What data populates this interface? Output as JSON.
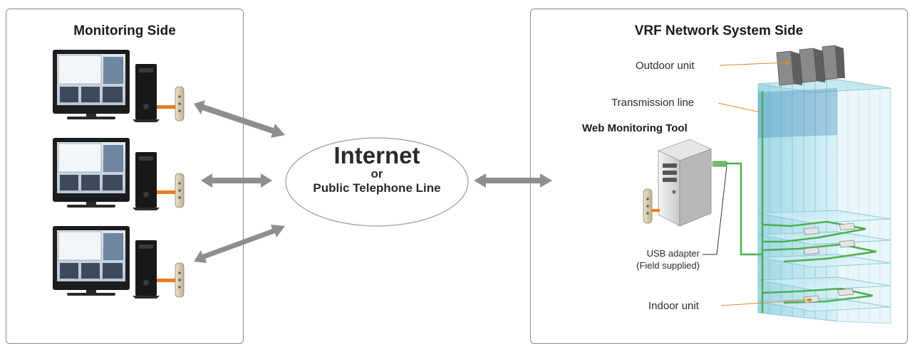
{
  "monitoring_side": {
    "title": "Monitoring Side"
  },
  "vrf_side": {
    "title": "VRF Network System Side",
    "outdoor_unit": "Outdoor unit",
    "transmission_line": "Transmission line",
    "web_tool": "Web Monitoring Tool",
    "usb_adapter": "USB adapter",
    "usb_note": "(Field supplied)",
    "indoor_unit": "Indoor unit"
  },
  "network": {
    "main": "Internet",
    "or": "or",
    "sub": "Public Telephone Line"
  },
  "colors": {
    "arrow": "#8e8e8e",
    "transmission": "#4caf50",
    "leader": "#e0872a",
    "modem_cable": "#ee7a22"
  },
  "icons": [
    "computer-monitor-icon",
    "pc-tower-icon",
    "modem-icon",
    "server-icon",
    "usb-adapter-icon",
    "building-icon",
    "outdoor-unit-icon",
    "indoor-unit-icon"
  ]
}
